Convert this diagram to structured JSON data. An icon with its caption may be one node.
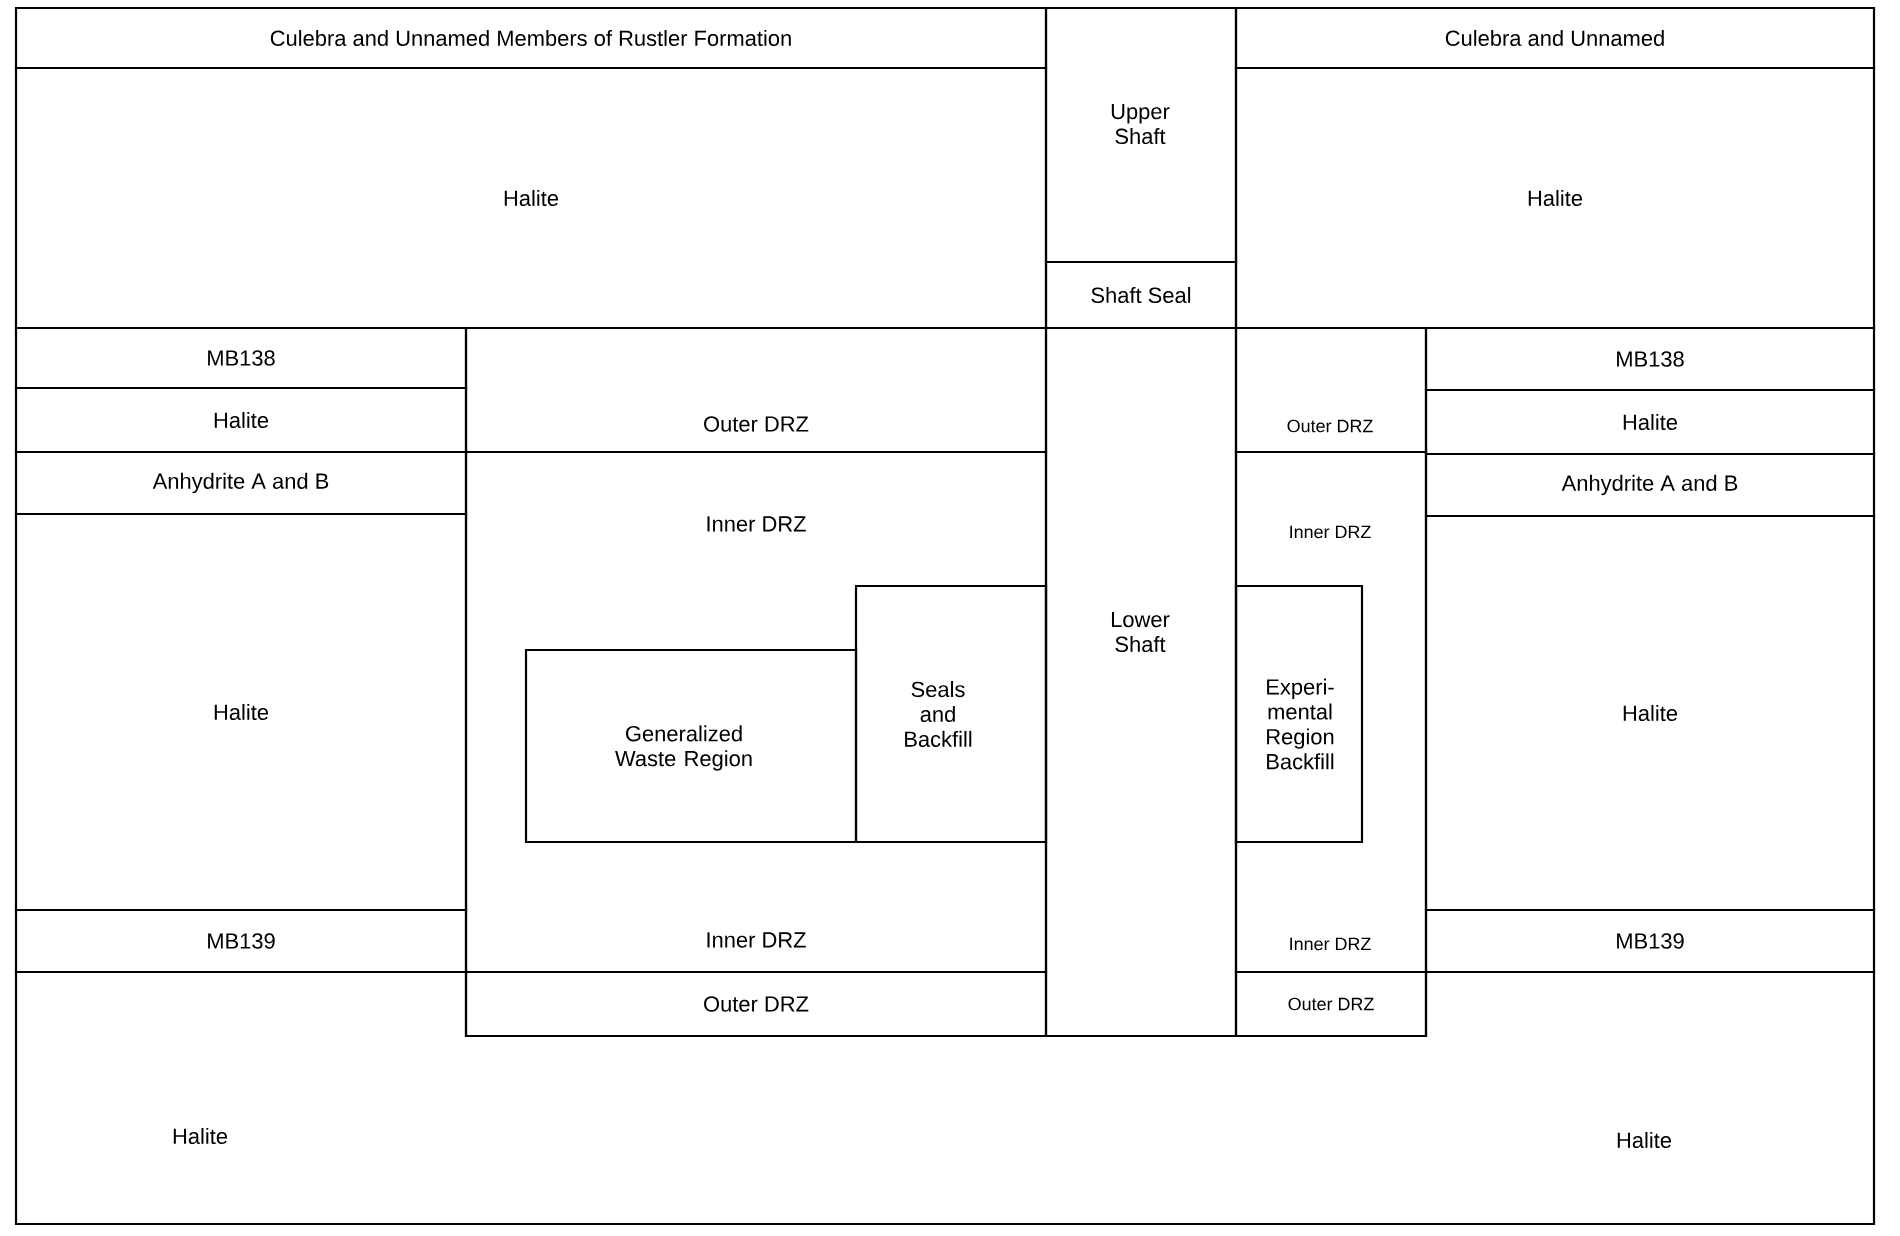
{
  "diagram": {
    "nodes": [
      {
        "text": [
          "Culebra and Unnamed Members of Rustler Formation"
        ]
      },
      {
        "text": [
          "Upper Shaft"
        ]
      },
      {
        "text": [
          "Culebra and Unnamed"
        ]
      },
      {
        "text": [
          "Halite"
        ]
      },
      {
        "text": [
          "Halite"
        ]
      },
      {
        "text": [
          "Shaft Seal"
        ]
      },
      {
        "text": [
          "MB138"
        ]
      },
      {
        "text": [
          "Outer DRZ"
        ]
      },
      {
        "text": [
          "Lower Shaft"
        ]
      },
      {
        "text": [
          "Outer DRZ"
        ]
      },
      {
        "text": [
          "MB138"
        ]
      },
      {
        "text": [
          "Halite"
        ]
      },
      {
        "text": [
          "Halite"
        ]
      },
      {
        "text": [
          "Anhydrite A and B"
        ]
      },
      {
        "text": [
          "Inner DRZ",
          "Inner DRZ"
        ]
      },
      {
        "text": [
          "Inner DRZ",
          "Inner DRZ"
        ]
      },
      {
        "text": [
          "Anhydrite A and B"
        ]
      },
      {
        "text": [
          "Halite"
        ]
      },
      {
        "text": [
          "Seals and Backfill"
        ],
        "in": 14
      },
      {
        "text": [
          "Generalized Waste Region"
        ],
        "in": 14
      },
      {
        "text": [
          "Experi- mental Region Backfill"
        ],
        "in": 15
      },
      {
        "text": [
          "Halite"
        ]
      },
      {
        "text": [
          "MB139"
        ]
      },
      {
        "text": [
          "MB139"
        ]
      },
      {
        "text": [
          "Outer DRZ"
        ]
      },
      {
        "text": [
          "Outer DRZ"
        ]
      },
      {
        "text": [
          "Halite",
          "Halite"
        ]
      }
    ]
  }
}
